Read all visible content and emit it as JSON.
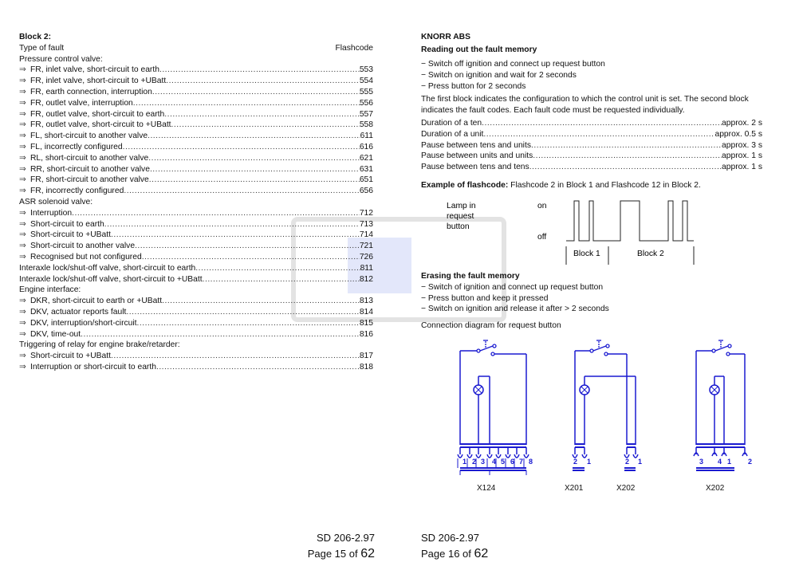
{
  "left": {
    "block_title": "Block 2:",
    "col_type": "Type of fault",
    "col_code": "Flashcode",
    "rows": [
      {
        "kind": "heading",
        "text": "Pressure control valve:"
      },
      {
        "kind": "item",
        "text": "FR, inlet valve, short-circuit to earth",
        "code": "553"
      },
      {
        "kind": "item",
        "text": "FR, inlet valve, short-circuit to +UBatt",
        "code": "554"
      },
      {
        "kind": "item",
        "text": "FR, earth connection, interruption",
        "code": "555"
      },
      {
        "kind": "item",
        "text": "FR, outlet valve, interruption",
        "code": "556"
      },
      {
        "kind": "item",
        "text": "FR, outlet valve, short-circuit to earth",
        "code": "557"
      },
      {
        "kind": "item",
        "text": "FR, outlet valve, short-circuit to +UBatt",
        "code": "558"
      },
      {
        "kind": "item",
        "text": "FL, short-circuit to another valve",
        "code": "611"
      },
      {
        "kind": "item",
        "text": "FL, incorrectly configured",
        "code": "616"
      },
      {
        "kind": "item",
        "text": "RL, short-circuit to another valve",
        "code": "621"
      },
      {
        "kind": "item",
        "text": "RR, short-circuit to another valve",
        "code": "631"
      },
      {
        "kind": "item",
        "text": "FR, short-circuit to another valve",
        "code": "651"
      },
      {
        "kind": "item",
        "text": "FR, incorrectly configured",
        "code": "656"
      },
      {
        "kind": "heading",
        "text": "ASR solenoid valve:"
      },
      {
        "kind": "item",
        "text": "Interruption",
        "code": "712"
      },
      {
        "kind": "item",
        "text": "Short-circuit to earth",
        "code": "713"
      },
      {
        "kind": "item",
        "text": "Short-circuit to +UBatt",
        "code": "714"
      },
      {
        "kind": "item",
        "text": "Short-circuit to another valve",
        "code": "721"
      },
      {
        "kind": "item",
        "text": "Recognised but not configured",
        "code": "726"
      },
      {
        "kind": "plain",
        "text": "Interaxle lock/shut-off valve, short-circuit to earth",
        "code": "811"
      },
      {
        "kind": "plain",
        "text": "Interaxle lock/shut-off valve, short-circuit to +UBatt",
        "code": "812"
      },
      {
        "kind": "heading",
        "text": "Engine interface:"
      },
      {
        "kind": "item",
        "text": "DKR, short-circuit to earth or +UBatt",
        "code": "813"
      },
      {
        "kind": "item",
        "text": "DKV, actuator reports fault",
        "code": "814"
      },
      {
        "kind": "item",
        "text": "DKV, interruption/short-circuit",
        "code": "815"
      },
      {
        "kind": "item",
        "text": "DKV, time-out",
        "code": "816"
      },
      {
        "kind": "heading",
        "text": "Triggering of relay for engine brake/retarder:"
      },
      {
        "kind": "item",
        "text": "Short-circuit to +UBatt",
        "code": "817"
      },
      {
        "kind": "item",
        "text": "Interruption or short-circuit to earth",
        "code": "818"
      }
    ],
    "arrow": "⇒",
    "footer": {
      "doc": "SD 206-2.97",
      "page_prefix": "Page 15 of ",
      "total": "62"
    }
  },
  "right": {
    "title": "KNORR ABS",
    "reading_title": "Reading out the fault memory",
    "reading_steps": [
      "− Switch off ignition and connect up request button",
      "− Switch on ignition and wait for 2 seconds",
      "− Press button for 2 seconds"
    ],
    "paragraph": "The first block indicates the configuration to which the control unit is set. The second block indicates the fault codes. Each fault code must be requested individually.",
    "durations": [
      {
        "label": "Duration of a ten",
        "value": "approx. 2 s"
      },
      {
        "label": "Duration of a unit",
        "value": "approx. 0.5 s"
      },
      {
        "label": "Pause between tens and units",
        "value": "approx. 3 s"
      },
      {
        "label": "Pause between units and units",
        "value": "approx. 1 s"
      },
      {
        "label": "Pause between tens and tens",
        "value": "approx. 1 s"
      }
    ],
    "example_bold": "Example of flashcode:",
    "example_text": " Flashcode 2 in Block 1 and Flashcode 12 in Block 2.",
    "diagram": {
      "lamp_label_1": "Lamp in",
      "lamp_label_2": "request",
      "lamp_label_3": "button",
      "on": "on",
      "off": "off",
      "block1": "Block 1",
      "block2": "Block 2"
    },
    "erasing_title": "Erasing the fault memory",
    "erasing_steps": [
      "− Switch of ignition and connect up request button",
      "− Press button and keep it pressed",
      "− Switch on ignition and release it after > 2 seconds"
    ],
    "connection_title": "Connection diagram for request button",
    "circuits": {
      "c1_pins": [
        "1",
        "2",
        "3",
        "4",
        "5",
        "6",
        "7",
        "8"
      ],
      "c1_label": "X124",
      "c2_pins": [
        "2",
        "1",
        "2",
        "1"
      ],
      "c2_label_a": "X201",
      "c2_label_b": "X202",
      "c3_pins": [
        "3",
        "4",
        "1",
        "2"
      ],
      "c3_label": "X202"
    },
    "wire_color": "#1a1ad0",
    "footer": {
      "doc": "SD 206-2.97",
      "page_prefix": "Page 16 of ",
      "total": "62"
    }
  }
}
